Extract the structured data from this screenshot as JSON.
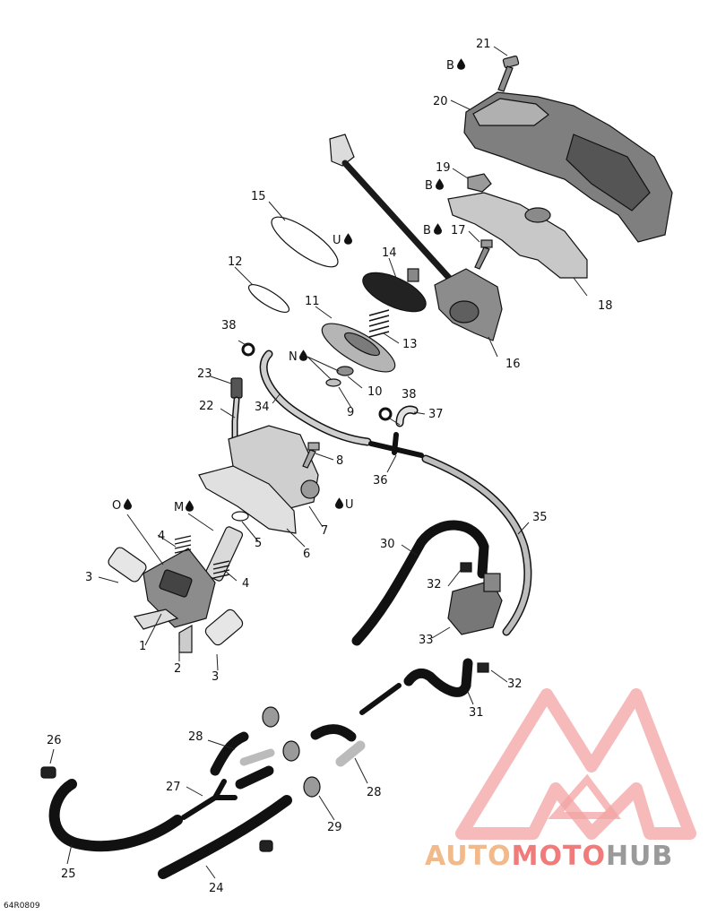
{
  "diagram": {
    "ref_code": "64R0809",
    "callouts": {
      "c1": "1",
      "c2": "2",
      "c3a": "3",
      "c3b": "3",
      "c4a": "4",
      "c4b": "4",
      "c5": "5",
      "c6": "6",
      "c7": "7",
      "c8": "8",
      "c9": "9",
      "c10": "10",
      "c11": "11",
      "c12": "12",
      "c13": "13",
      "c14": "14",
      "c15": "15",
      "c16": "16",
      "c17": "17",
      "c18": "18",
      "c19": "19",
      "c20": "20",
      "c21": "21",
      "c22": "22",
      "c23": "23",
      "c24": "24",
      "c25": "25",
      "c26": "26",
      "c27": "27",
      "c28a": "28",
      "c28b": "28",
      "c29": "29",
      "c30": "30",
      "c31": "31",
      "c32a": "32",
      "c32b": "32",
      "c33": "33",
      "c34": "34",
      "c35": "35",
      "c36": "36",
      "c37": "37",
      "c38a": "38",
      "c38b": "38"
    },
    "lube_marks": {
      "b21": "B",
      "b19": "B",
      "b17": "B",
      "u14": "U",
      "n9": "N",
      "u7": "U",
      "o3": "O",
      "m4": "M"
    }
  },
  "watermark": {
    "part1": "AUTO",
    "part2": "MOTO",
    "part3": "HUB",
    "colors": {
      "light": "#f2b98a",
      "red": "#ef7b7b",
      "grey": "#9a9a9a"
    }
  }
}
